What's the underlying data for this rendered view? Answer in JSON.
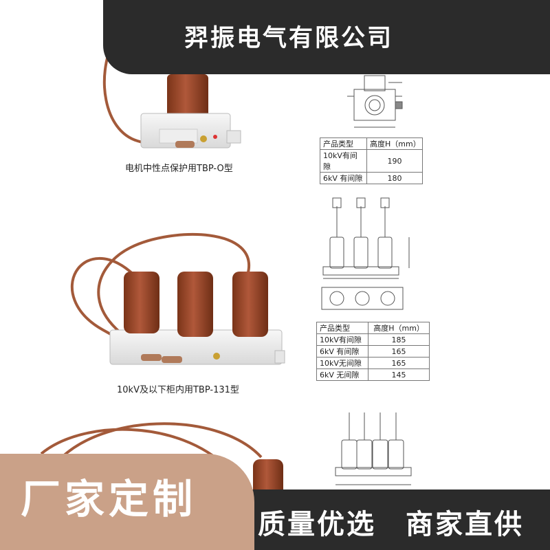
{
  "banner": {
    "title": "羿振电气有限公司"
  },
  "products": [
    {
      "caption": "电机中性点保护用TBP-O型",
      "table": {
        "header": [
          "产品类型",
          "高度H（mm）"
        ],
        "rows": [
          [
            "10kV有间隙",
            "190"
          ],
          [
            "6kV 有间隙",
            "180"
          ]
        ]
      }
    },
    {
      "caption": "10kV及以下柜内用TBP-131型",
      "table": {
        "header": [
          "产品类型",
          "高度H（mm）"
        ],
        "rows": [
          [
            "10kV有间隙",
            "185"
          ],
          [
            "6kV 有间隙",
            "165"
          ],
          [
            "10kV无间隙",
            "165"
          ],
          [
            "6kV 无间隙",
            "145"
          ]
        ]
      }
    }
  ],
  "footer": {
    "left": "厂家定制",
    "right": "质量优选　商家直供"
  },
  "colors": {
    "banner_bg": "#2b2b2b",
    "accent": "#caa188",
    "insulator": "#9c4a2a",
    "cable": "#a35a3a"
  }
}
